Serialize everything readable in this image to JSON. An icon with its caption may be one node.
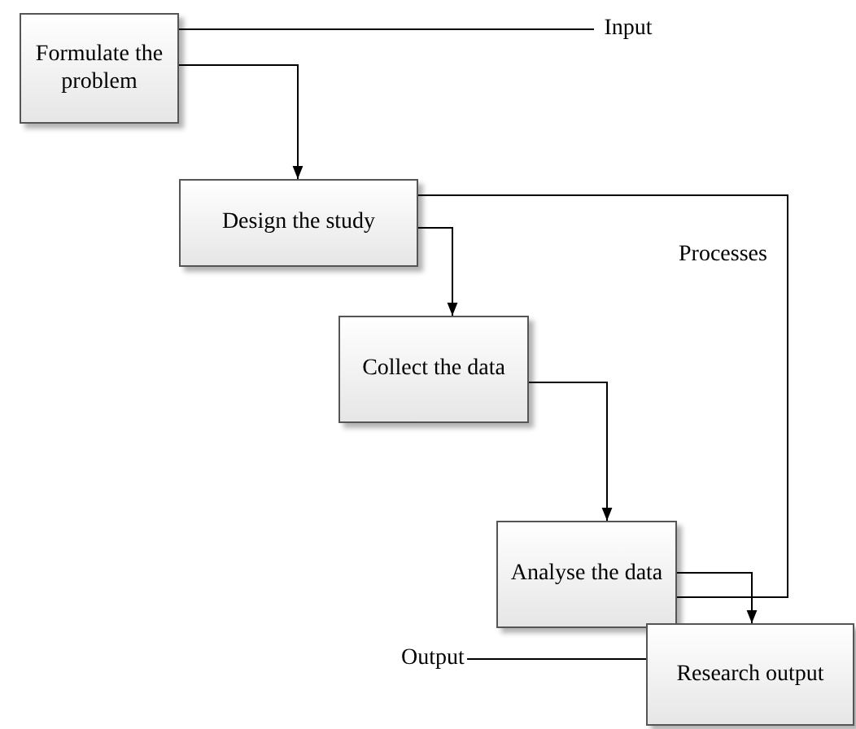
{
  "diagram": {
    "nodes": [
      {
        "text": [
          "Formulate the problem"
        ]
      },
      {
        "text": [
          "Design the study"
        ]
      },
      {
        "text": [
          "Collect the data"
        ]
      },
      {
        "text": [
          "Analyse the data"
        ]
      },
      {
        "text": [
          "Research output"
        ]
      },
      {
        "text": [
          "Input"
        ]
      },
      {
        "text": [
          "Output"
        ]
      }
    ],
    "edges": [
      {
        "from": 0,
        "to": 1,
        "arrow": "to"
      },
      {
        "from": 1,
        "to": 2,
        "arrow": "to"
      },
      {
        "from": 2,
        "to": 3,
        "arrow": "to"
      },
      {
        "from": 3,
        "to": 4,
        "arrow": "to"
      },
      {
        "from": 1,
        "to": 3,
        "arrow": "none"
      },
      {
        "from": 0,
        "to": 5,
        "arrow": "none"
      },
      {
        "from": 6,
        "to": 4,
        "arrow": "none"
      }
    ],
    "labels": [
      "Processes"
    ]
  }
}
